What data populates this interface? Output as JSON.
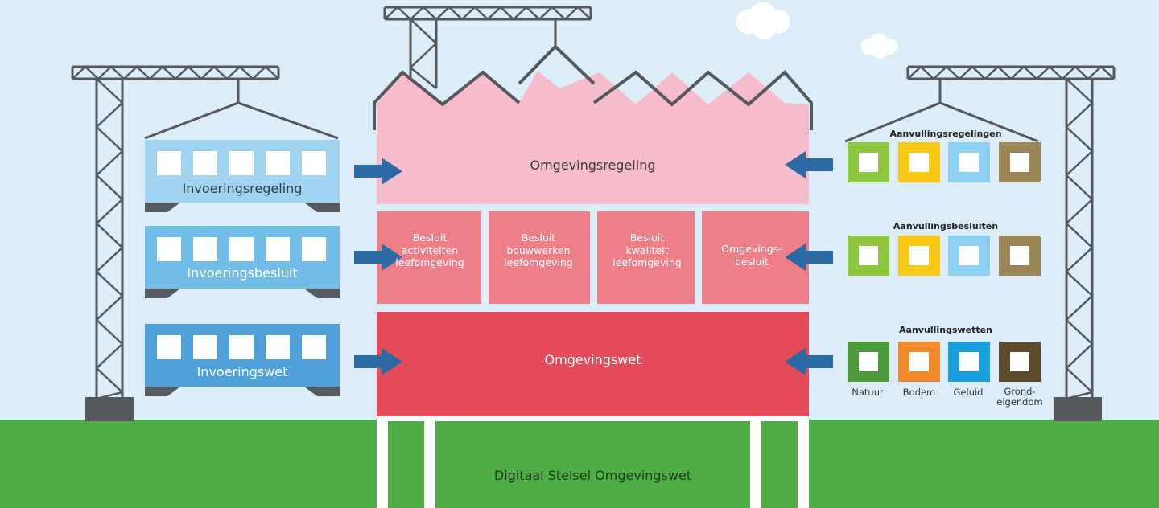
{
  "diagram": {
    "building": {
      "top_floor": "Omgevingsregeling",
      "middle_floor": [
        {
          "lines": [
            "Besluit",
            "activiteiten",
            "leefomgeving"
          ]
        },
        {
          "lines": [
            "Besluit",
            "bouwwerken",
            "leefomgeving"
          ]
        },
        {
          "lines": [
            "Besluit",
            "kwaliteit",
            "leefomgeving"
          ]
        },
        {
          "lines": [
            "Omgevings-",
            "besluit"
          ]
        }
      ],
      "ground_floor": "Omgevingswet",
      "foundation": "Digitaal Stelsel Omgevingswet"
    },
    "left_containers": [
      "Invoeringsregeling",
      "Invoeringsbesluit",
      "Invoeringswet"
    ],
    "right_groups": [
      {
        "title": "Aanvullingsregelingen"
      },
      {
        "title": "Aanvullingsbesluiten"
      },
      {
        "title": "Aanvullingswetten",
        "labels": [
          [
            "Natuur"
          ],
          [
            "Bodem"
          ],
          [
            "Geluid"
          ],
          [
            "Grond-",
            "eigendom"
          ]
        ]
      }
    ],
    "colors": {
      "sky": "#dcecf8",
      "grass": "#4fad48",
      "top_floor": "#f6bccb",
      "middle_floor": "#ec7f88",
      "ground_floor": "#e54a58",
      "container_light": "#9fd3f0",
      "container_mid": "#72bde8",
      "container_dark": "#4f9fd8",
      "arrow": "#2b6aa3",
      "crane": "#55595d",
      "module_green": "#8dc63f",
      "module_yellow": "#f7c815",
      "module_lightblue": "#8ed0f3",
      "module_brown": "#9c8557",
      "module_darkgreen": "#4b9a3c",
      "module_orange": "#f08b2d",
      "module_blue": "#1b9fdc",
      "module_darkbrown": "#5c4a2a"
    }
  }
}
